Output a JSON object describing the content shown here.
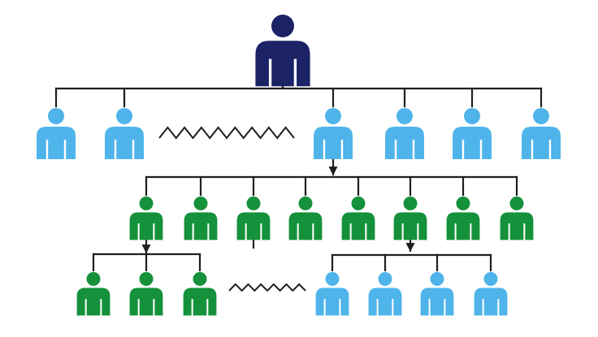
{
  "diagram": {
    "type": "hierarchy-tree",
    "levels": 4,
    "colors": {
      "root": "#1b2266",
      "blue": "#4fb4ea",
      "green": "#14913a",
      "line": "#1f1f1f"
    },
    "icons": {
      "person": "person-icon",
      "continuation": "zigzag-ellipsis"
    },
    "nodes": [
      {
        "id": "root",
        "level": 0,
        "color": "root"
      },
      {
        "id": "b1",
        "level": 1,
        "color": "blue",
        "parent": "root"
      },
      {
        "id": "b2",
        "level": 1,
        "color": "blue",
        "parent": "root"
      },
      {
        "id": "b3",
        "level": 1,
        "color": "blue",
        "parent": "root"
      },
      {
        "id": "b4",
        "level": 1,
        "color": "blue",
        "parent": "root"
      },
      {
        "id": "b5",
        "level": 1,
        "color": "blue",
        "parent": "root"
      },
      {
        "id": "b6",
        "level": 1,
        "color": "blue",
        "parent": "root"
      },
      {
        "id": "g1",
        "level": 2,
        "color": "green",
        "parent": "b3"
      },
      {
        "id": "g2",
        "level": 2,
        "color": "green",
        "parent": "b3"
      },
      {
        "id": "g3",
        "level": 2,
        "color": "green",
        "parent": "b3"
      },
      {
        "id": "g4",
        "level": 2,
        "color": "green",
        "parent": "b3"
      },
      {
        "id": "g5",
        "level": 2,
        "color": "green",
        "parent": "b3"
      },
      {
        "id": "g6",
        "level": 2,
        "color": "green",
        "parent": "b3"
      },
      {
        "id": "g7",
        "level": 2,
        "color": "green",
        "parent": "b3"
      },
      {
        "id": "g8",
        "level": 2,
        "color": "green",
        "parent": "b3"
      },
      {
        "id": "g1a",
        "level": 3,
        "color": "green",
        "parent": "g1"
      },
      {
        "id": "g1b",
        "level": 3,
        "color": "green",
        "parent": "g1"
      },
      {
        "id": "g1c",
        "level": 3,
        "color": "green",
        "parent": "g1"
      },
      {
        "id": "g6a",
        "level": 3,
        "color": "blue",
        "parent": "g6"
      },
      {
        "id": "g6b",
        "level": 3,
        "color": "blue",
        "parent": "g6"
      },
      {
        "id": "g6c",
        "level": 3,
        "color": "blue",
        "parent": "g6"
      },
      {
        "id": "g6d",
        "level": 3,
        "color": "blue",
        "parent": "g6"
      }
    ]
  }
}
